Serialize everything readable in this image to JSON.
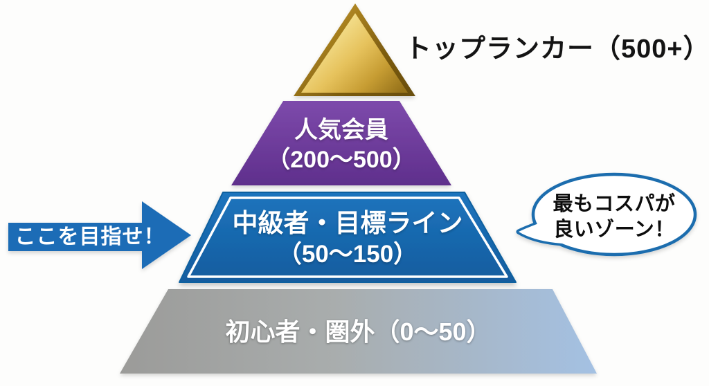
{
  "colors": {
    "background": "#fdfdfc",
    "gold_light": "#fdf4b5",
    "gold_dark": "#7c5c10",
    "purple": "#6f3d9a",
    "blue": "#1a68b0",
    "gray_left": "#9b9b99",
    "gray_right": "#a4c1e3",
    "arrow_blue": "#1e6cb6",
    "bubble_border": "#1a6dae",
    "tier_text": "#ffffff",
    "label_text": "#141414"
  },
  "pyramid": {
    "tiers": [
      {
        "id": "top-ranker",
        "label": "トップランカー（500+）"
      },
      {
        "id": "popular-member",
        "line1": "人気会員",
        "line2": "（200〜500）"
      },
      {
        "id": "intermediate-target",
        "line1": "中級者・目標ライン",
        "line2": "（50〜150）"
      },
      {
        "id": "beginner-outside",
        "line1": "初心者・圏外（0〜50）"
      }
    ]
  },
  "callouts": {
    "arrow": {
      "label": "ここを目指せ！"
    },
    "bubble": {
      "line1": "最もコスパが",
      "line2": "良いゾーン！"
    }
  }
}
